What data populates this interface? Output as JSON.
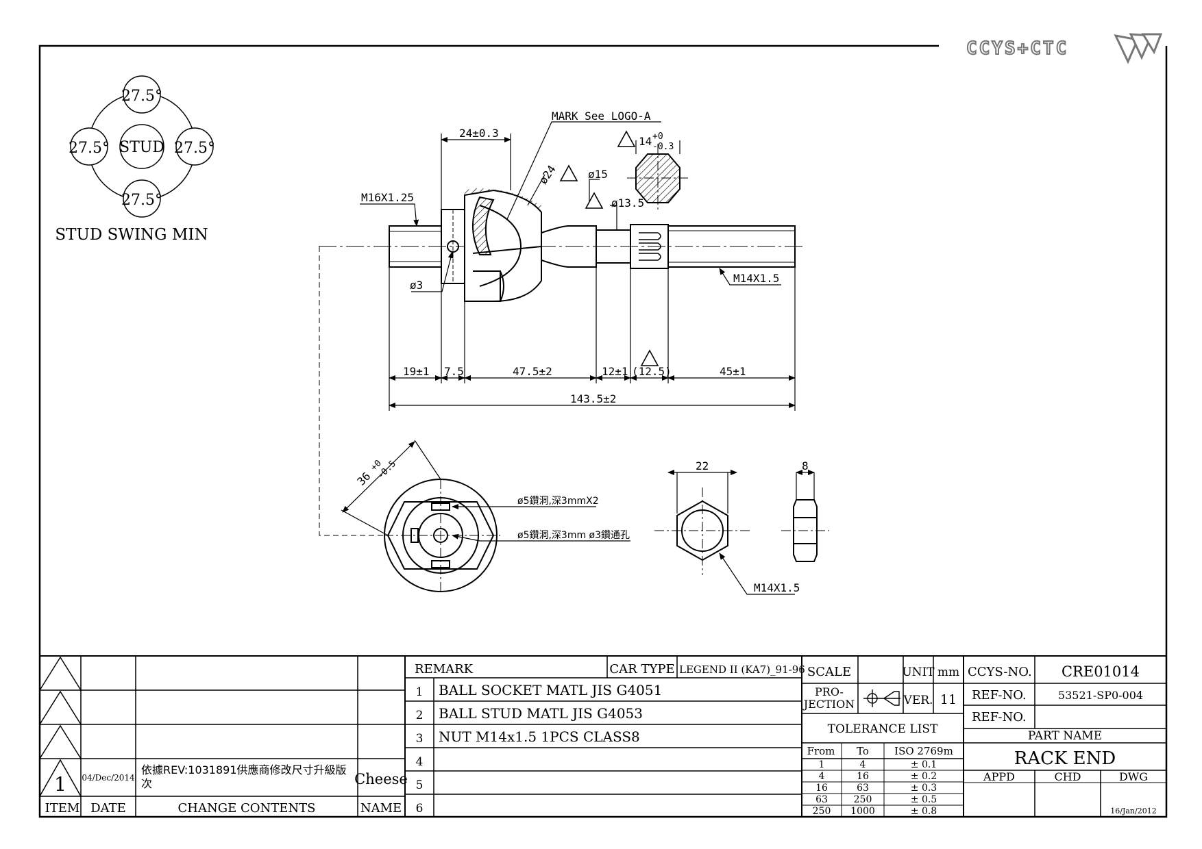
{
  "logo": {
    "text": "CCYS+CTC"
  },
  "stud_swing": {
    "label": "STUD SWING MIN",
    "center": "STUD",
    "top": "27.5°",
    "left": "27.5°",
    "right": "27.5°",
    "bottom": "27.5°"
  },
  "annotations": {
    "mark": "MARK See LOGO-A",
    "thread_left": "M16X1.25",
    "thread_right": "M14X1.5",
    "hole_small": "ø3",
    "dia_24": "ø24",
    "dia_15": "ø15",
    "dia_13_5": "ø13.5",
    "flat_main": "14",
    "flat_tol_upper": "+0",
    "flat_tol_lower": "-0.3",
    "hex_width_main": "36",
    "hex_width_tol_upper": "+0",
    "hex_width_tol_lower": "-0.5",
    "oil_hole_1": "ø5鑽洞,深3mmX2",
    "oil_hole_2": "ø5鑽洞,深3mm  ø3鑽通孔",
    "nut_width": "22",
    "nut_thick": "8",
    "nut_thread": "M14X1.5"
  },
  "dimensions": {
    "d1": "19±1",
    "d2": "7.5",
    "d3": "47.5±2",
    "d4": "24±0.3",
    "d5": "12±1",
    "d6": "(12.5)",
    "d7": "45±1",
    "total": "143.5±2"
  },
  "revisions": {
    "rows": [
      {
        "item": "",
        "date": "",
        "contents": "",
        "name": ""
      },
      {
        "item": "",
        "date": "",
        "contents": "",
        "name": ""
      },
      {
        "item": "",
        "date": "",
        "contents": "",
        "name": ""
      },
      {
        "item": "1",
        "date": "04/Dec/2014",
        "contents_line1": "依據REV:1031891供應商修改尺寸升級版",
        "contents_line2": "次",
        "name": "Cheese"
      }
    ],
    "headers": {
      "item": "ITEM",
      "date": "DATE",
      "contents": "CHANGE CONTENTS",
      "name": "NAME"
    }
  },
  "remarks": {
    "header": "REMARK",
    "car_type_label": "CAR TYPE",
    "car_type_value": "LEGEND II (KA7)_91-96",
    "items": [
      {
        "no": "1",
        "text": "BALL SOCKET MATL JIS G4051"
      },
      {
        "no": "2",
        "text": "BALL STUD MATL JIS G4053"
      },
      {
        "no": "3",
        "text": "NUT M14x1.5 1PCS CLASS8"
      },
      {
        "no": "4",
        "text": ""
      },
      {
        "no": "5",
        "text": ""
      },
      {
        "no": "6",
        "text": ""
      }
    ]
  },
  "title_block": {
    "scale_label": "SCALE",
    "scale_value": "",
    "unit_label": "UNIT",
    "unit_value": "mm",
    "projection_line1": "PRO-",
    "projection_line2": "JECTION",
    "ver_label": "VER.",
    "ver_value": "11",
    "tolerance_title": "TOLERANCE LIST",
    "tol_headers": {
      "from": "From",
      "to": "To",
      "iso": "ISO 2769m"
    },
    "tol_rows": [
      {
        "from": "1",
        "to": "4",
        "tol": "± 0.1"
      },
      {
        "from": "4",
        "to": "16",
        "tol": "± 0.2"
      },
      {
        "from": "16",
        "to": "63",
        "tol": "± 0.3"
      },
      {
        "from": "63",
        "to": "250",
        "tol": "± 0.5"
      },
      {
        "from": "250",
        "to": "1000",
        "tol": "± 0.8"
      }
    ],
    "ccys_no_label": "CCYS-NO.",
    "ccys_no_value": "CRE01014",
    "ref_no_label": "REF-NO.",
    "ref_no_value": "53521-SP0-004",
    "ref_no2_label": "REF-NO.",
    "ref_no2_value": "",
    "part_name_label": "PART NAME",
    "part_name_value": "RACK END",
    "appd": "APPD",
    "chd": "CHD",
    "dwg": "DWG",
    "date": "16/Jan/2012"
  }
}
